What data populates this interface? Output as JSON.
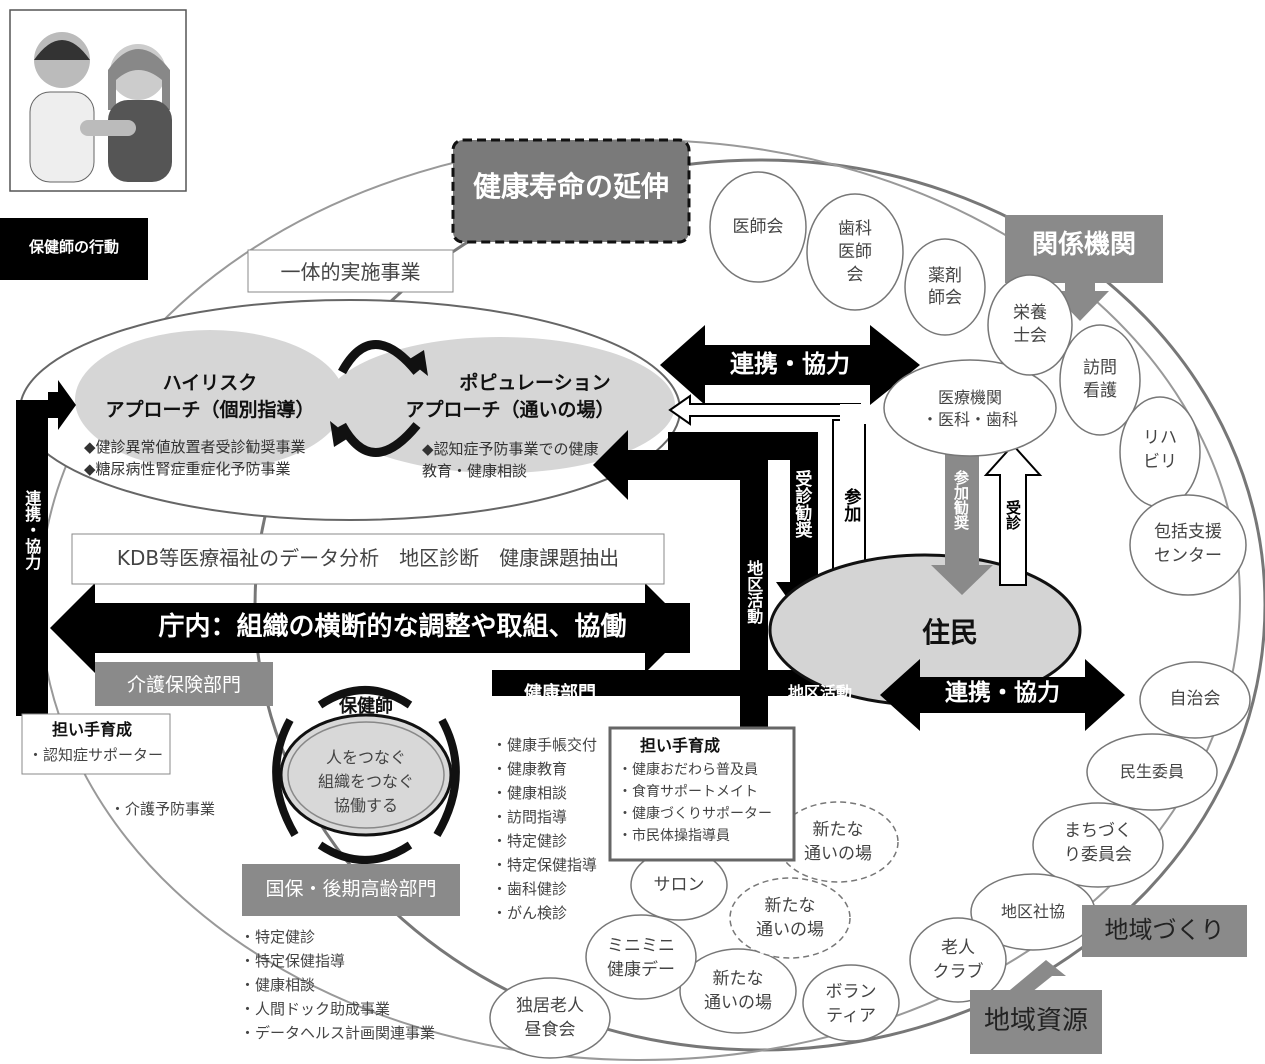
{
  "badge": "保健師の行動",
  "title": "健康寿命の延伸",
  "kankei": "関係機関",
  "ittai": "一体的実施事業",
  "highrisk": {
    "title1": "ハイリスク",
    "title2": "アプローチ（個別指導）",
    "items": [
      "◆健診異常値放置者受診勧奨事業",
      "◆糖尿病性腎症重症化予防事業"
    ]
  },
  "population": {
    "title1": "ポピュレーション",
    "title2": "アプローチ（通いの場）",
    "item1": "◆認知症予防事業での健康",
    "item2": "教育・健康相談"
  },
  "kdb": "KDB等医療福祉のデータ分析　地区診断　健康課題抽出",
  "chonai": "庁内：組織の横断的な調整や取組、協働",
  "renkei": "連携・協力",
  "left_renkei": "連携・協力",
  "juushin_kansho": "受診勧奨",
  "sanka": "参加",
  "chiku_katsudo_v": "地区活動",
  "chiku_katsudo_h": "地区活動",
  "sanka_kansho": "参加勧奨",
  "jushin": "受診",
  "iryo": {
    "line1": "医療機関",
    "line2": "・医科・歯科"
  },
  "jumin": "住民",
  "right_renkei": "連携・協力",
  "kaigo": {
    "label": "介護保険部門",
    "ninaite": "担い手育成",
    "supporter": "・認知症サポーター",
    "yobo": "・介護予防事業"
  },
  "hokenshi": {
    "label": "保健師",
    "line1": "人をつなぐ",
    "line2": "組織をつなぐ",
    "line3": "協働する"
  },
  "kokuho": {
    "label": "国保・後期高齢部門",
    "items": [
      "・特定健診",
      "・特定保健指導",
      "・健康相談",
      "・人間ドック助成事業",
      "・データヘルス計画関連事業"
    ]
  },
  "kenko": {
    "label": "健康部門",
    "items": [
      "・健康手帳交付",
      "・健康教育",
      "・健康相談",
      "・訪問指導",
      "・特定健診",
      "・特定保健指導",
      "・歯科健診",
      "・がん検診"
    ]
  },
  "ninaite2": {
    "label": "担い手育成",
    "items": [
      "・健康おだわら普及員",
      "・食育サポートメイト",
      "・健康づくりサポーター",
      "・市民体操指導員"
    ]
  },
  "ishikai": "医師会",
  "shika": [
    "歯科",
    "医師",
    "会"
  ],
  "yakuzai": [
    "薬剤",
    "師会"
  ],
  "eiyou": [
    "栄養",
    "士会"
  ],
  "houmon": [
    "訪問",
    "看護"
  ],
  "riha": [
    "リハ",
    "ビリ"
  ],
  "houkatsu": [
    "包括支援",
    "センター"
  ],
  "jichikai": "自治会",
  "minsei": "民生委員",
  "machizukuri": [
    "まちづく",
    "り委員会"
  ],
  "chikushakyo": "地区社協",
  "chiikizukuri": "地域づくり",
  "chiikishigen": "地域資源",
  "rojin": [
    "老人",
    "クラブ"
  ],
  "volunteer": [
    "ボラン",
    "ティア"
  ],
  "aratana": [
    "新たな",
    "通いの場"
  ],
  "salon": "サロン",
  "minimini": [
    "ミニミニ",
    "健康デー"
  ],
  "dokkyo": [
    "独居老人",
    "昼食会"
  ]
}
